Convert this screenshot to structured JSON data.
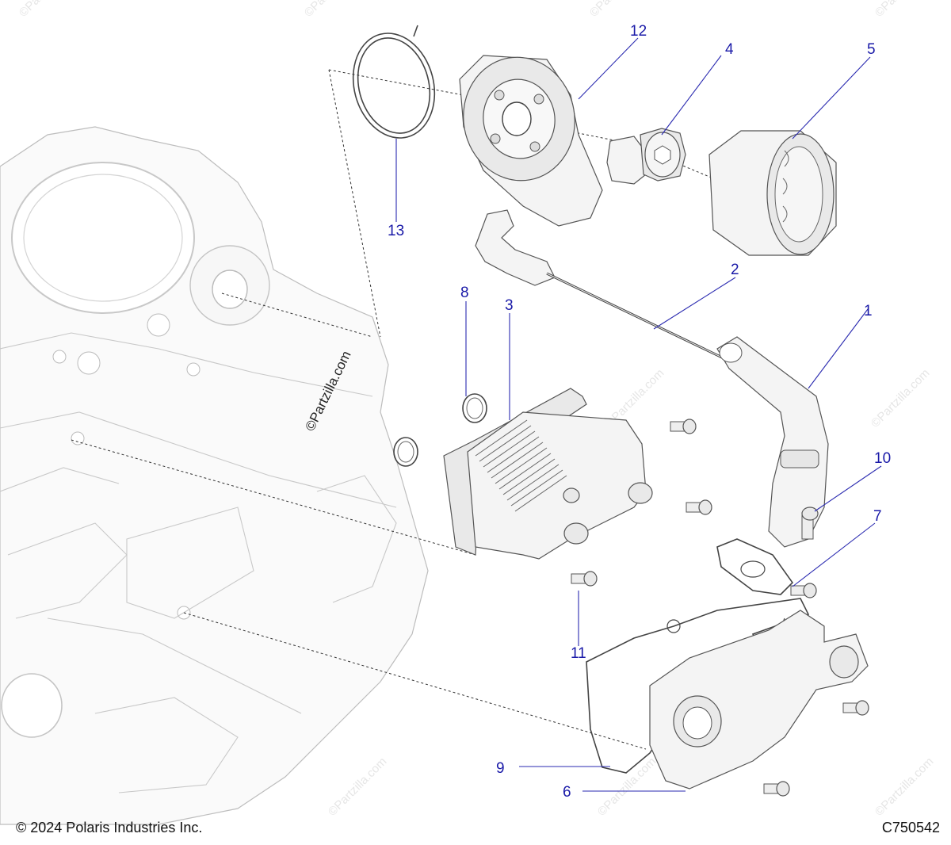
{
  "watermark": "©Partzilla.com",
  "diagram_stamp": "©Partzilla.com",
  "callouts": {
    "c1": "1",
    "c2": "2",
    "c3": "3",
    "c4": "4",
    "c5": "5",
    "c6": "6",
    "c7": "7",
    "c8": "8",
    "c9": "9",
    "c10": "10",
    "c11": "11",
    "c12": "12",
    "c13": "13"
  },
  "footer": {
    "copyright": "© 2024 Polaris Industries Inc.",
    "drawing_id": "C750542"
  },
  "colors": {
    "callout": "#1a1aa8",
    "line_art": "#555555",
    "engine_ghost": "#bdbdbd"
  }
}
